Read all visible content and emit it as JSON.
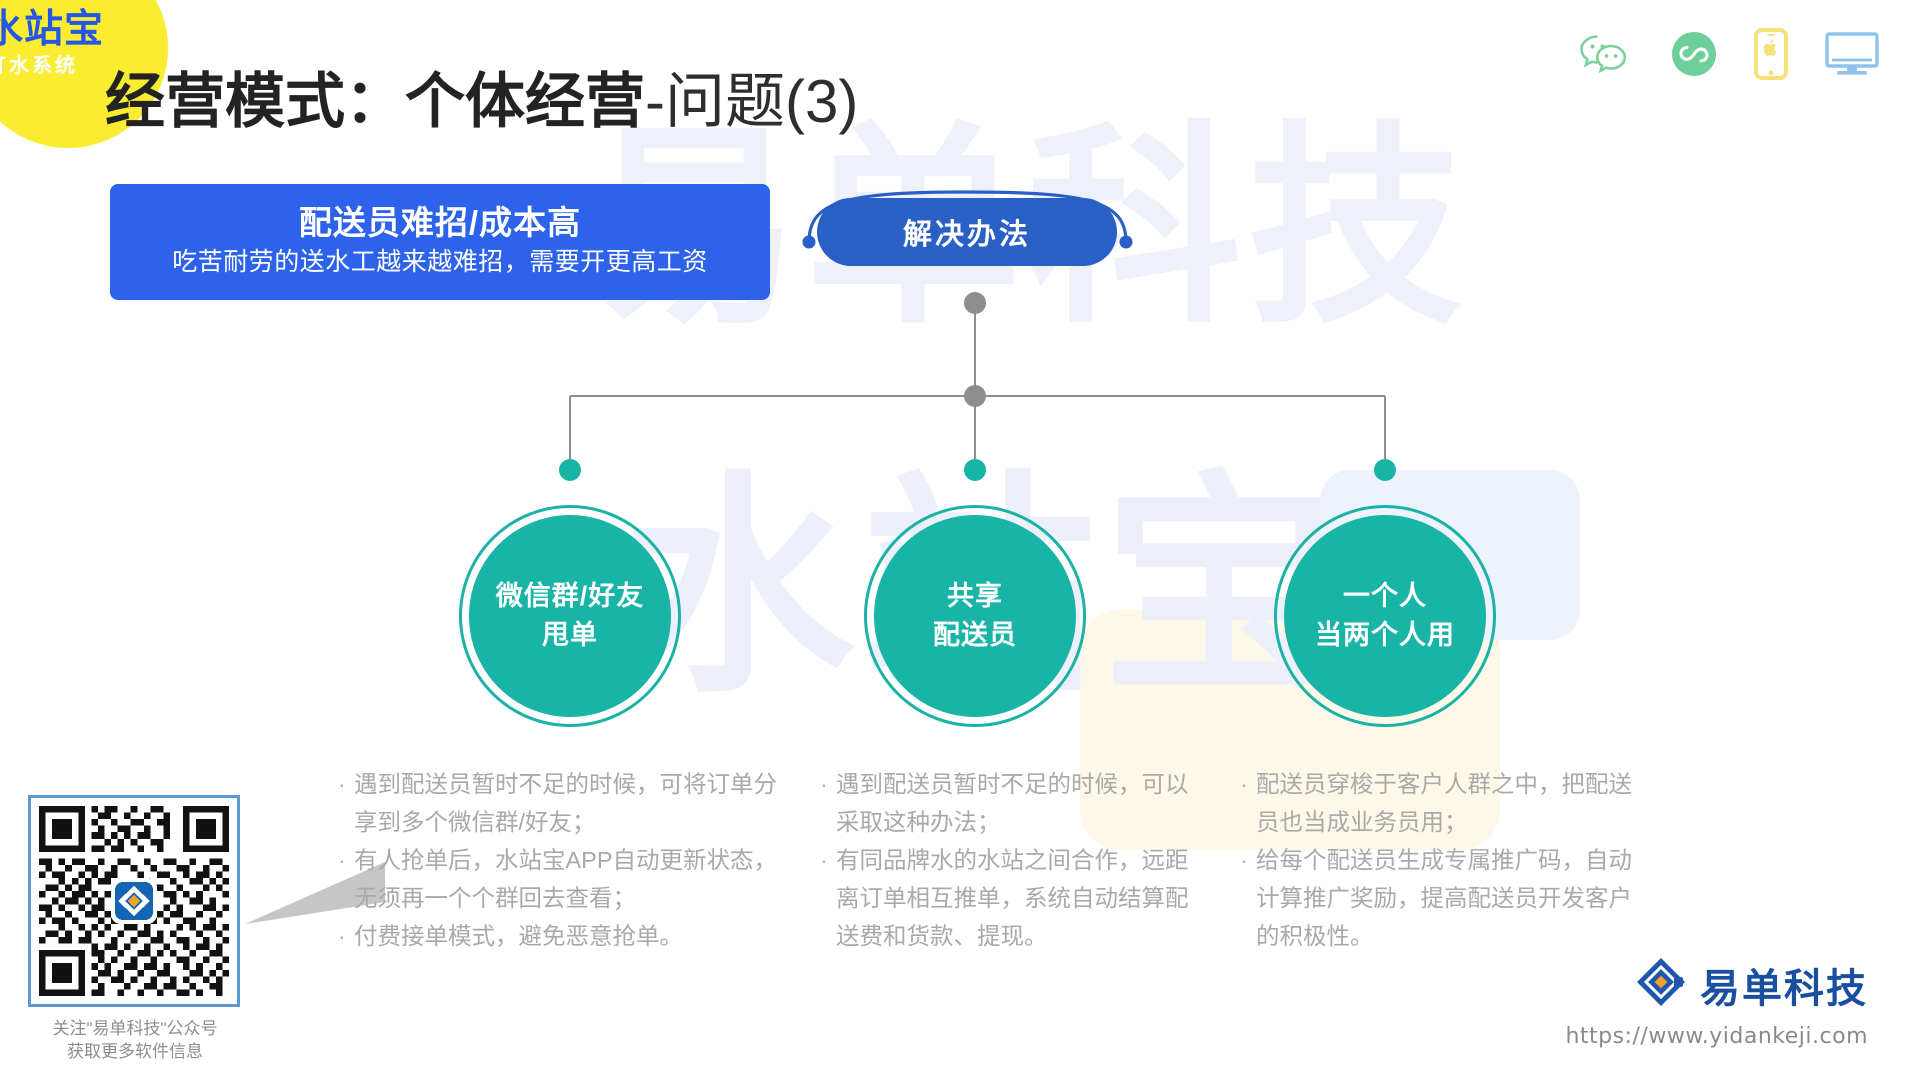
{
  "logo": {
    "main": "水站宝",
    "sub": "订水系统",
    "badge_color": "#f9ec31",
    "main_color": "#2556e4"
  },
  "title": {
    "bold_part": "经营模式：个体经营",
    "light_part": "-问题(3)"
  },
  "platform_icons": [
    {
      "name": "wechat-icon",
      "label": "微信",
      "color": "#7ed09a"
    },
    {
      "name": "mini-program-icon",
      "label": "小程序",
      "color": "#6ecf9a"
    },
    {
      "name": "iphone-icon",
      "label": "iPhone",
      "color": "#f6e27a"
    },
    {
      "name": "desktop-icon",
      "label": "电脑端",
      "color": "#8fc4ea"
    }
  ],
  "problem_card": {
    "title": "配送员难招/成本高",
    "description": "吃苦耐劳的送水工越来越难招，需要开更高工资",
    "bg_color": "#2d62ea"
  },
  "solution_pill": {
    "label": "解决办法",
    "bg_color": "#2a5fc6"
  },
  "solutions": [
    {
      "circle_line1": "微信群/好友",
      "circle_line2": "甩单",
      "bullets": [
        "遇到配送员暂时不足的时候，可将订单分享到多个微信群/好友；",
        "有人抢单后，水站宝APP自动更新状态，无须再一个个群回去查看；",
        "付费接单模式，避免恶意抢单。"
      ]
    },
    {
      "circle_line1": "共享",
      "circle_line2": "配送员",
      "bullets": [
        "遇到配送员暂时不足的时候，可以采取这种办法；",
        "有同品牌水的水站之间合作，远距离订单相互推单，系统自动结算配送费和货款、提现。"
      ]
    },
    {
      "circle_line1": "一个人",
      "circle_line2": "当两个人用",
      "bullets": [
        "配送员穿梭于客户人群之中，把配送员也当成业务员用；",
        "给每个配送员生成专属推广码，自动计算推广奖励，提高配送员开发客户的积极性。"
      ]
    }
  ],
  "bullet_marker": "·",
  "qr": {
    "caption_line1": "关注\"易单科技\"公众号",
    "caption_line2": "获取更多软件信息",
    "border_color": "#5b9bd5"
  },
  "brand": {
    "name": "易单科技",
    "url": "https://www.yidankeji.com",
    "color": "#1a4fa0"
  },
  "watermarks": {
    "top": "易单科技",
    "bottom": "水站宝"
  },
  "theme": {
    "teal": "#18b4a5",
    "blue": "#2d62ea",
    "dark_blue": "#2a5fc6",
    "connector_gray": "#8e8e8e",
    "body_text": "#a9a9a9"
  }
}
